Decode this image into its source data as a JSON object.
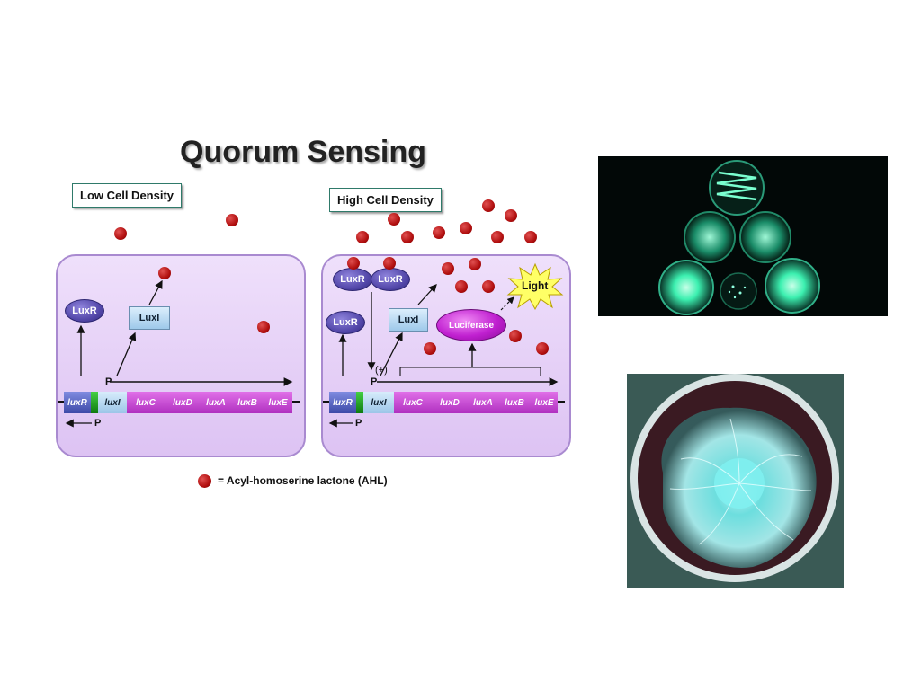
{
  "slide": {
    "title": "Quorum Sensing",
    "low_label": "Low Cell Density",
    "high_label": "High Cell Density",
    "legend": "= Acyl-homoserine lactone (AHL)"
  },
  "low": {
    "luxr": "LuxR",
    "luxi": "LuxI",
    "promoter_fwd": "P",
    "promoter_rev": "P",
    "genes": [
      "luxR",
      "",
      "luxI",
      "luxC",
      "luxD",
      "luxA",
      "luxB",
      "luxE"
    ]
  },
  "high": {
    "luxr_1": "LuxR",
    "luxr_2": "LuxR",
    "luxr_3": "LuxR",
    "luxi": "LuxI",
    "luciferase": "Luciferase",
    "light": "Light",
    "activation": "(+)",
    "promoter_fwd": "P",
    "promoter_rev": "P",
    "genes": [
      "luxR",
      "",
      "luxI",
      "luxC",
      "luxD",
      "luxA",
      "luxB",
      "luxE"
    ]
  },
  "colors": {
    "cell_border": "#a98ad0",
    "ahl": "#b21010",
    "luxr": "#5448aa",
    "luciferase": "#c020d0",
    "light": "#ffff66",
    "glow": "#3cf0b0"
  }
}
